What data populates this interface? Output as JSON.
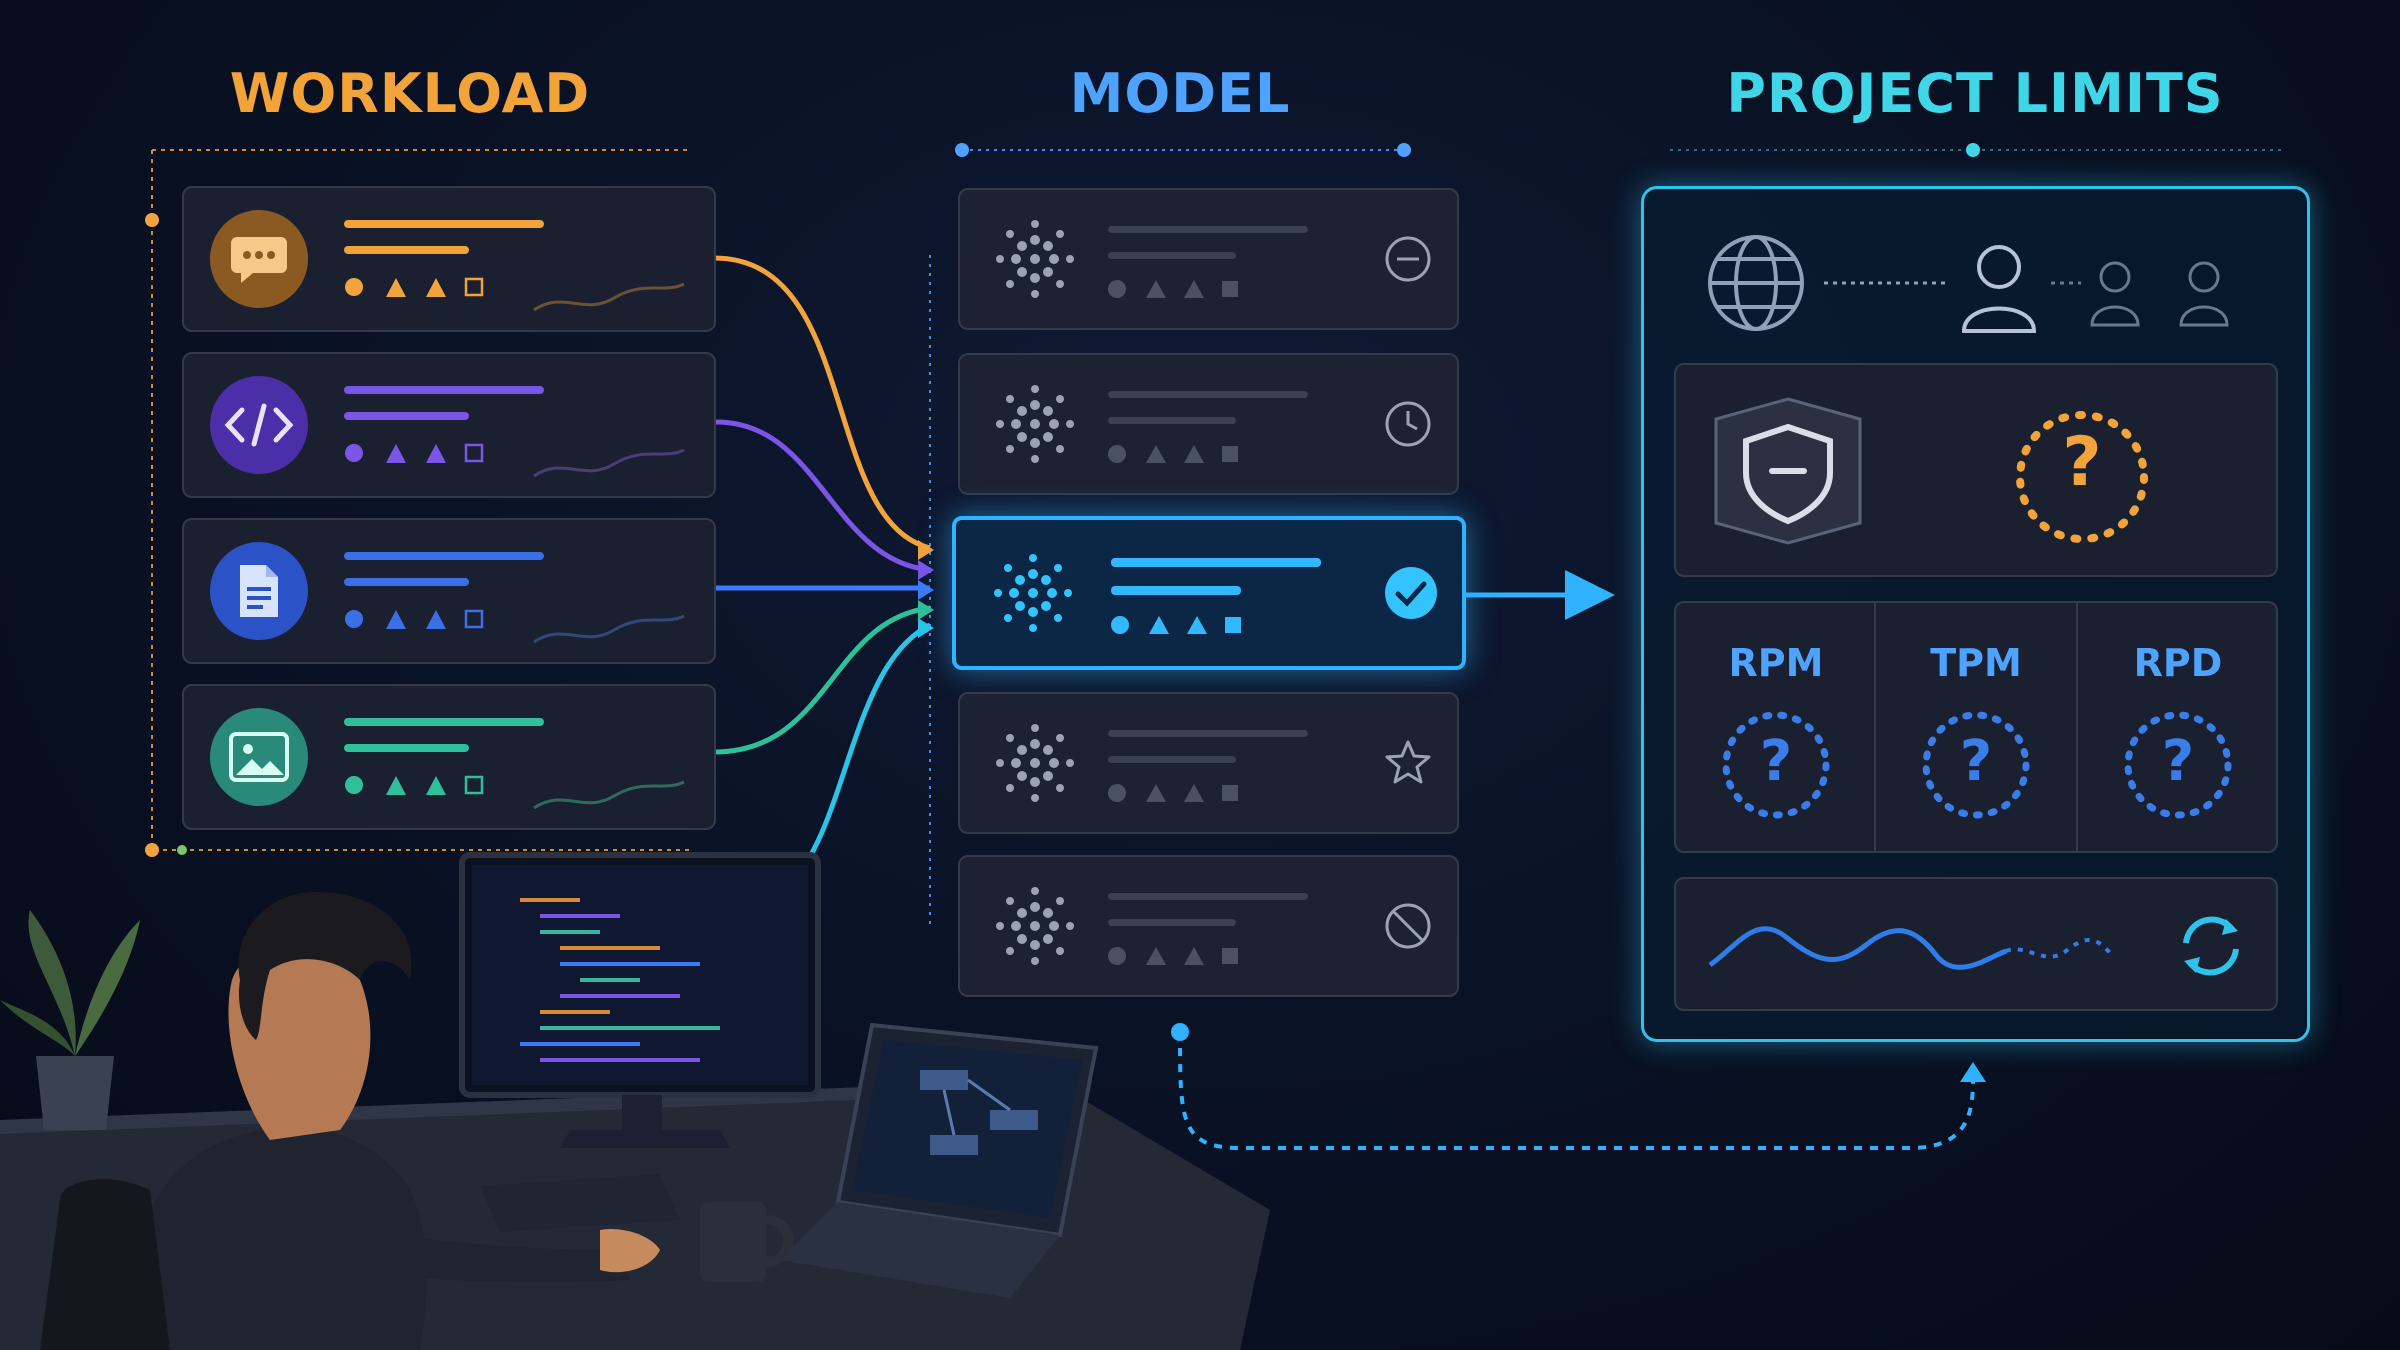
{
  "titles": {
    "workload": "WORKLOAD",
    "model": "MODEL",
    "project_limits": "PROJECT LIMITS"
  },
  "workloads": [
    {
      "icon": "chat-bubble-icon",
      "accent": "#f2a33a",
      "icon_bg": "#8a5a22"
    },
    {
      "icon": "code-icon",
      "accent": "#7b55e6",
      "icon_bg": "#4b2fa8"
    },
    {
      "icon": "document-icon",
      "accent": "#3b6fe8",
      "icon_bg": "#2c52c8"
    },
    {
      "icon": "image-icon",
      "accent": "#2fbf9a",
      "icon_bg": "#2a8a7a"
    }
  ],
  "models": [
    {
      "status_icon": "minus-circle-icon",
      "selected": false
    },
    {
      "status_icon": "clock-icon",
      "selected": false
    },
    {
      "status_icon": "check-circle-icon",
      "selected": true
    },
    {
      "status_icon": "star-icon",
      "selected": false
    },
    {
      "status_icon": "ban-icon",
      "selected": false
    }
  ],
  "limits": {
    "metrics": [
      {
        "label": "RPM",
        "value": "?"
      },
      {
        "label": "TPM",
        "value": "?"
      },
      {
        "label": "RPD",
        "value": "?"
      }
    ],
    "shield_value": "?"
  },
  "colors": {
    "workload": "#f2a33a",
    "model": "#4da3ff",
    "limits": "#3fd6e8",
    "warning": "#f2a33a"
  }
}
